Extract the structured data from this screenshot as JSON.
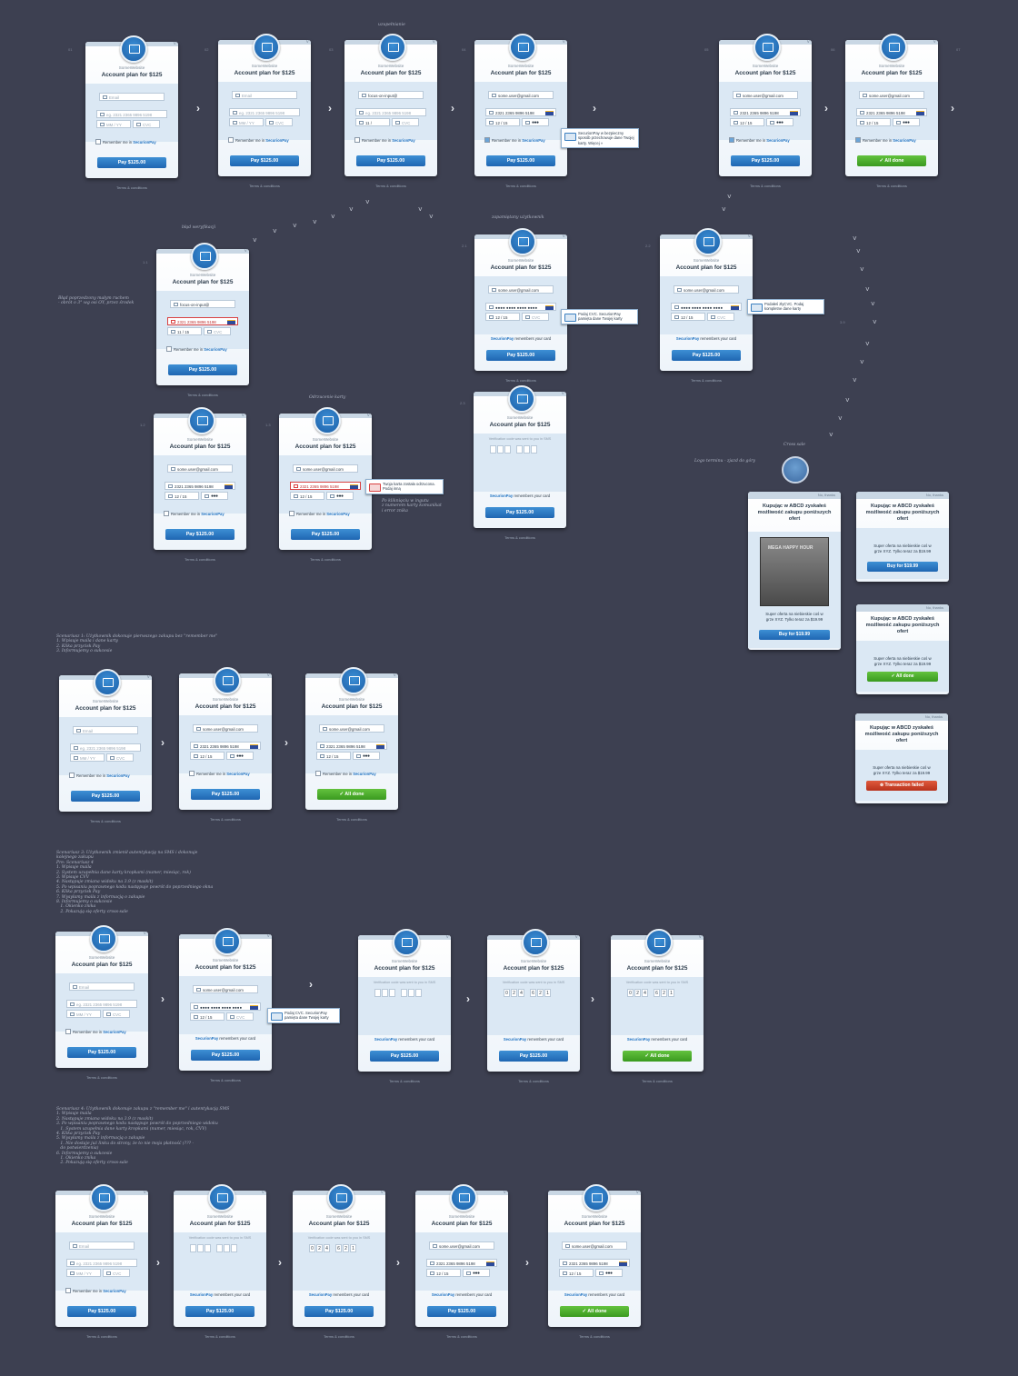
{
  "ui": {
    "site": "SomeWebsite",
    "plan": "Account plan for $125",
    "email_ph": "Email",
    "card_ph": "eg. 2321 2365 9896 5198",
    "mmyy_ph": "MM / YY",
    "cvc_ph": "CVC",
    "email": "some.user@gmail.com",
    "focus": "focus-on-input@",
    "card_num": "2321 2365 9896 5198",
    "exp": "12 / 15",
    "exp_err": "11 / 15",
    "exp_alt": "11 /",
    "dots": "●●●",
    "remember_pre": "Remember me in",
    "securionpay": "SecurionPay",
    "remembers": "remembers your card",
    "pay": "Pay $125.00",
    "done": "All done",
    "terms": "Terms & conditions",
    "verify": "Verification code was sent to you in SMS",
    "code": [
      "0",
      "2",
      "4",
      "6",
      "2",
      "1"
    ]
  },
  "tips": {
    "remember": "SecurionPay w bezpieczny sposób przechowuje dane Twojej karty. Więcej »",
    "cvc": "Podaj CVC. SecurionPay pamięta dane Twojej karty",
    "cvc_again": "Podałeś złyCVC. Podaj kompletne dane karty",
    "rejected": "Twoja karta została odrzucona. Podaj inną"
  },
  "notes": {
    "autofill": "uzupełnianie",
    "error_verification": "błąd weryfikacji",
    "error_desc": "Błąd poprzedzony małym ruchem\n- obrót o 3° wg osi OY, przez środek",
    "remembered_user": "zapamiętany użytkownik",
    "card_rejected": "Odrzucenie karty",
    "card_rejected_desc": "Po kliknięciu w ingutu\nz numerem karty komunikat\ni error znika",
    "logo_note": "Logo terminu - zjazd do góry",
    "cross_sale": "Cross sale",
    "scenario1": "Scenariusz 1: Użytkownik dokonuje pierwszego zakupu bez \"remember me\"\n1. Wpisuje maila i dane karty\n2. Klika przycisk Pay\n3. Informujemy o sukcesie",
    "scenario3": "Scenariusz 3: Użytkownik zmienił autentykację na SMS i dokonuje\nkolejnego zakupu\nPre: Scenariusz 4\n1. Wpisuje maila\n2. System uzupełnia dane karty kropkami (numer, miesiąc, rok)\n3. Wpisuje CVV\n4. Następuje zmiana widoku na 3.9 (z maskit)\n5. Po wpisaniu poprawnego kodu następuje powrót do poprzedniego okna\n6. Klika przycisk Pay\n7. Wysyłamy maila z informacją o zakupie\n8. Informujemy o sukcesie\n   1. Okienko znika\n   2. Pokazują się oferty cross-sale",
    "scenario4": "Scenariusz 4: Użytkownik dokonuje zakupu z \"remember me\" i autentykacją SMS\n1. Wpisuje maila\n2. Następuje zmiana widoku na 3.9 (z maskit)\n3. Po wpisaniu poprawnego kodu następuje powrót do poprzedniego widoku\n   1. System uzupełnia dane karty kropkami (numer, miesiąc, rok, CVV)\n4. Klika przycisk Pay\n5. Wysyłamy maila z informacją o zakupie\n   1. Nie dostaje już linku do strony, że to nie moja płatność (??? -\n   do potwierdzenia)\n6. Informujemy o sukcesie\n   1. Okienko znika\n   2. Pokazują się oferty cross-sale"
  },
  "step_numbers": [
    "01",
    "02",
    "03",
    "04",
    "05",
    "06",
    "07",
    "1.1",
    "1.2",
    "1.3",
    "2.1",
    "2.2",
    "2.3",
    "3.1",
    "3.2",
    "3.9"
  ],
  "cross_sale": {
    "close": "No, thanks",
    "title": "Kupując w ABCD zyskałeś możliwość zakupu poniższych ofert",
    "offer": "Super oferta na niebieskie coś w grze XYZ. Tylko teraz za $19.99",
    "buy": "Buy for $19.99",
    "done": "All done",
    "failed": "Transaction failed"
  }
}
